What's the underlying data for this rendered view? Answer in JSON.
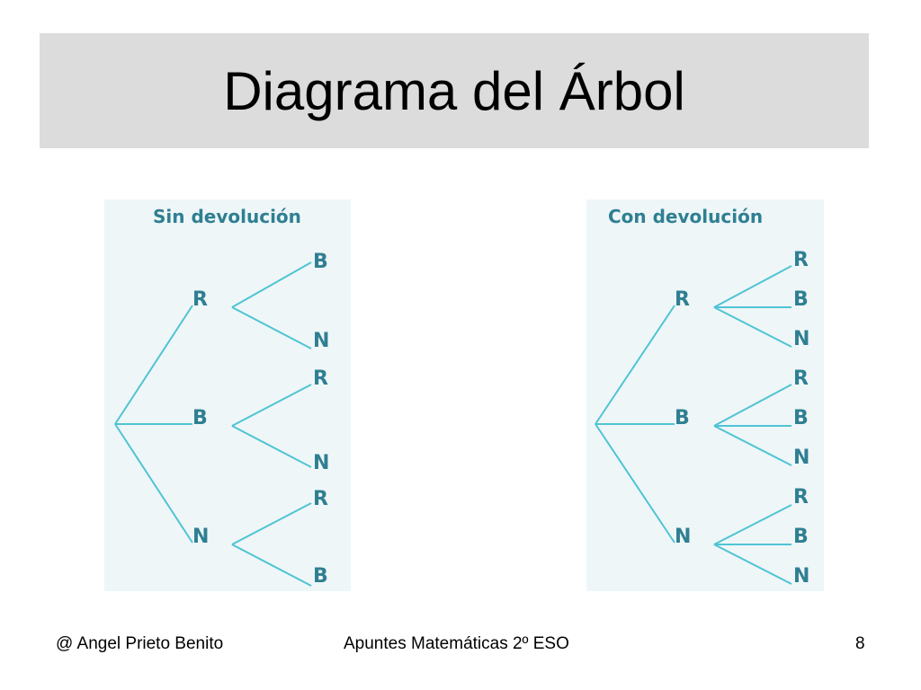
{
  "slide": {
    "title": "Diagrama del Árbol",
    "footer_left": "@ Angel Prieto Benito",
    "footer_center": "Apuntes Matemáticas 2º ESO",
    "footer_right": "8"
  },
  "colors": {
    "title_bar": "#dcdcdc",
    "panel_background": "#eef6f8",
    "branch_line": "#4fc4d4",
    "label_text": "#2f7f92"
  },
  "trees": [
    {
      "title": "Sin devolución",
      "first_level": [
        {
          "label": "R",
          "children": [
            "B",
            "N"
          ]
        },
        {
          "label": "B",
          "children": [
            "R",
            "N"
          ]
        },
        {
          "label": "N",
          "children": [
            "R",
            "B"
          ]
        }
      ]
    },
    {
      "title": "Con devolución",
      "first_level": [
        {
          "label": "R",
          "children": [
            "R",
            "B",
            "N"
          ]
        },
        {
          "label": "B",
          "children": [
            "R",
            "B",
            "N"
          ]
        },
        {
          "label": "N",
          "children": [
            "R",
            "B",
            "N"
          ]
        }
      ]
    }
  ]
}
